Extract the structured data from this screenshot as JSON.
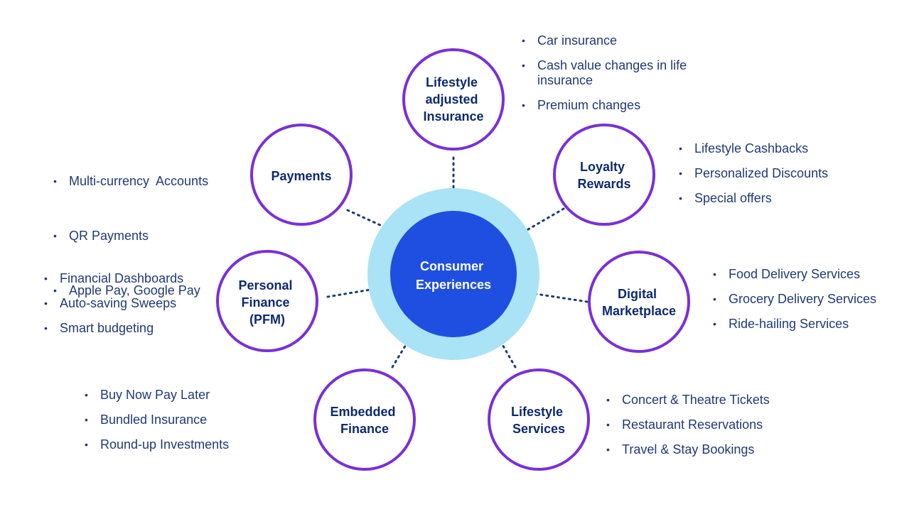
{
  "center": {
    "lines": [
      "Consumer",
      "Experiences"
    ]
  },
  "nodes": [
    {
      "id": "insurance",
      "lines": [
        "Lifestyle",
        "adjusted",
        "Insurance"
      ],
      "bullets": [
        "Car insurance",
        "Cash value changes in life insurance",
        "Premium changes"
      ]
    },
    {
      "id": "loyalty",
      "lines": [
        "Loyalty",
        "Rewards"
      ],
      "bullets": [
        "Lifestyle Cashbacks",
        "Personalized Discounts",
        "Special offers"
      ]
    },
    {
      "id": "marketplace",
      "lines": [
        "Digital",
        "Marketplace"
      ],
      "bullets": [
        "Food Delivery Services",
        "Grocery Delivery Services",
        "Ride-hailing Services"
      ]
    },
    {
      "id": "lifestyle-services",
      "lines": [
        "Lifestyle",
        "Services"
      ],
      "bullets": [
        "Concert & Theatre Tickets",
        "Restaurant Reservations",
        "Travel & Stay Bookings"
      ]
    },
    {
      "id": "embedded-finance",
      "lines": [
        "Embedded",
        "Finance"
      ],
      "bullets": [
        "Buy Now Pay Later",
        "Bundled Insurance",
        "Round-up Investments"
      ]
    },
    {
      "id": "pfm",
      "lines": [
        "Personal",
        "Finance",
        "(PFM)"
      ],
      "bullets": [
        "Financial Dashboards",
        "Auto-saving Sweeps",
        "Smart budgeting"
      ]
    },
    {
      "id": "payments",
      "lines": [
        "Payments"
      ],
      "bullets": [
        "Multi-currency  Accounts",
        "QR Payments",
        "Apple Pay, Google Pay"
      ]
    }
  ],
  "colors": {
    "center_fill": "#1f4fe0",
    "halo_fill": "#a9e3f5",
    "node_ring": "#7b2fd6",
    "connector": "#1a3a7a",
    "node_text": "#0c2a6e",
    "bullet_text": "#1f3a75"
  }
}
